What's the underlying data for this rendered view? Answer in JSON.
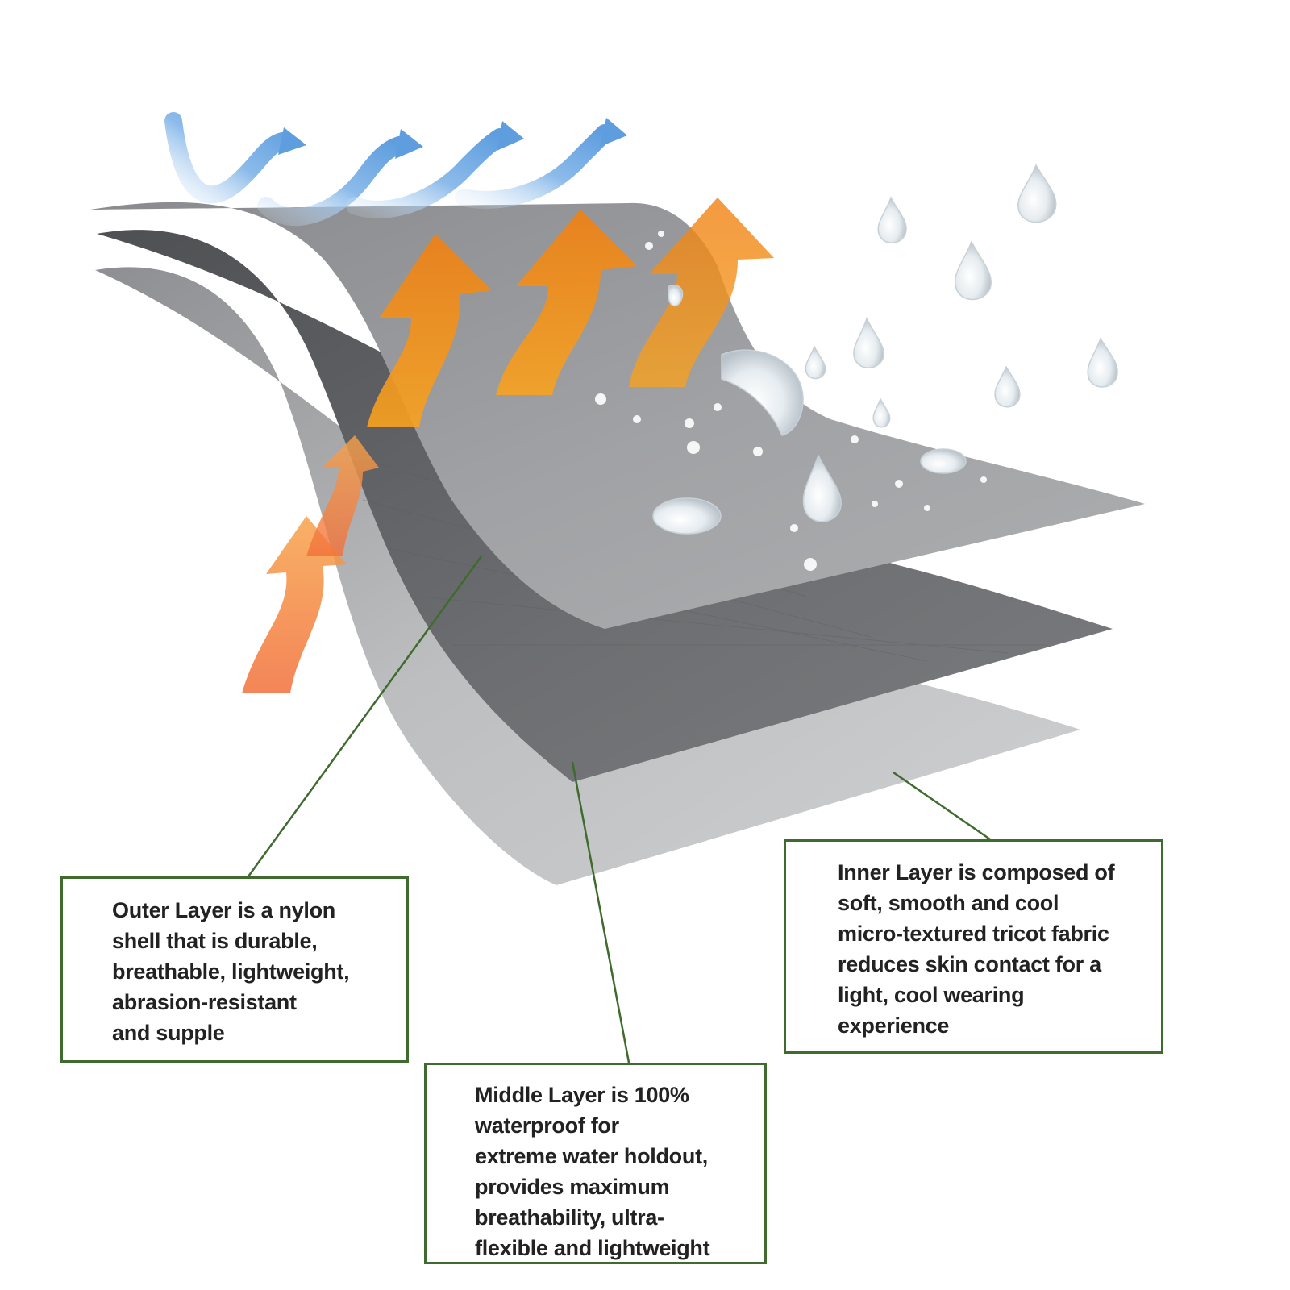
{
  "colors": {
    "leader_line": "#3f6b2e",
    "callout_border": "#3f6b2e",
    "outer_layer": "#9a9b9d",
    "middle_layer": "#6b6c6e",
    "inner_layer": "#b5b6b8",
    "heat_arrow": "#f59a1c",
    "air_arrow": "#7fb3e6",
    "water_drop": "#e8eef2"
  },
  "icons": {
    "air_flow": "air-flow-arrow-icon",
    "heat_flow": "heat-arrow-icon",
    "water": "water-drop-icon"
  },
  "callouts": {
    "outer": "Outer Layer is a nylon\nshell that is durable,\nbreathable, lightweight,\nabrasion-resistant\nand supple",
    "middle": "Middle Layer is 100%\nwaterproof for\nextreme water holdout,\nprovides maximum\nbreathability, ultra-\nflexible and lightweight",
    "inner": "Inner Layer is composed of\nsoft, smooth and cool\nmicro-textured tricot fabric\nreduces skin contact for a\nlight, cool wearing\nexperience"
  }
}
